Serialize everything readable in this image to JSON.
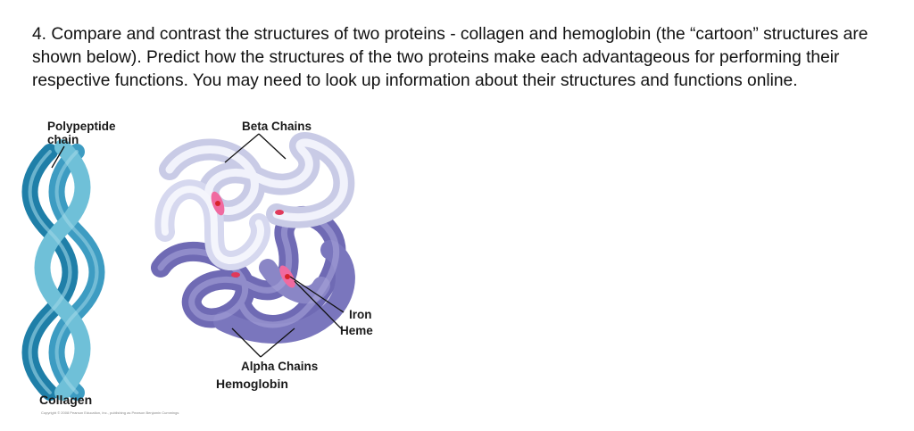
{
  "question": {
    "text": "4. Compare and contrast the structures of two proteins - collagen and hemoglobin (the “cartoon” structures are shown below). Predict how the structures of the two proteins make each advantageous for performing their respective functions. You may need to look up information about their structures and functions online."
  },
  "figure": {
    "collagen": {
      "polypeptide_label_line1": "Polypeptide",
      "polypeptide_label_line2": "chain",
      "name": "Collagen",
      "copyright": "Copyright © 2008 Pearson Education, Inc., publishing as Pearson Benjamin Cummings",
      "colors": {
        "helix_light": "#6fc0d8",
        "helix_dark": "#1f7fa8"
      }
    },
    "hemoglobin": {
      "beta_label": "Beta Chains",
      "alpha_label": "Alpha Chains",
      "iron_label": "Iron",
      "heme_label": "Heme",
      "name": "Hemoglobin",
      "colors": {
        "beta": "#e4e6f6",
        "alpha": "#8a86c6",
        "heme": "#f06aa0"
      }
    }
  }
}
